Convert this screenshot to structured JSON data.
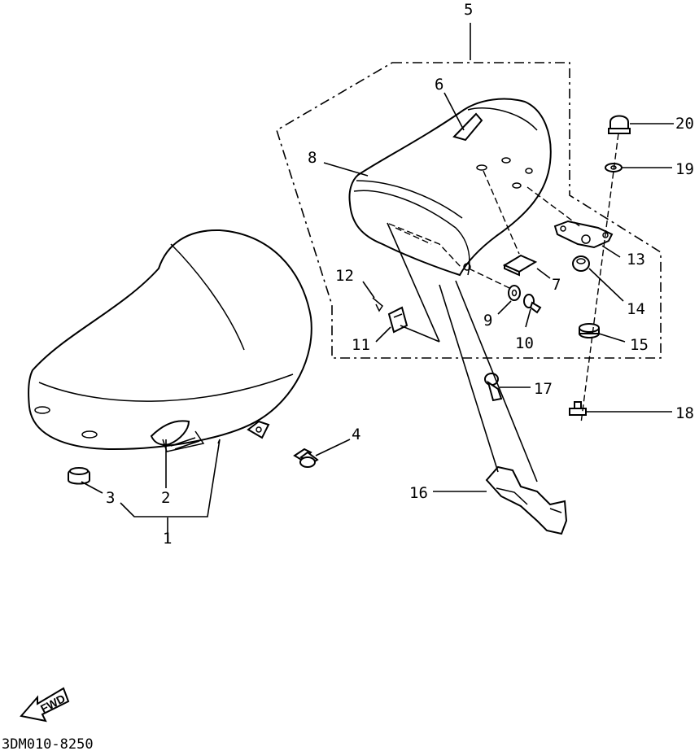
{
  "diagram": {
    "labels": {
      "p1": "1",
      "p2": "2",
      "p3": "3",
      "p4": "4",
      "p5": "5",
      "p6": "6",
      "p7": "7",
      "p8": "8",
      "p9": "9",
      "p10": "10",
      "p11": "11",
      "p12": "12",
      "p13": "13",
      "p14": "14",
      "p15": "15",
      "p16": "16",
      "p17": "17",
      "p18": "18",
      "p19": "19",
      "p20": "20"
    },
    "drawing_code": "3DM010-8250",
    "fwd": "FWD"
  }
}
